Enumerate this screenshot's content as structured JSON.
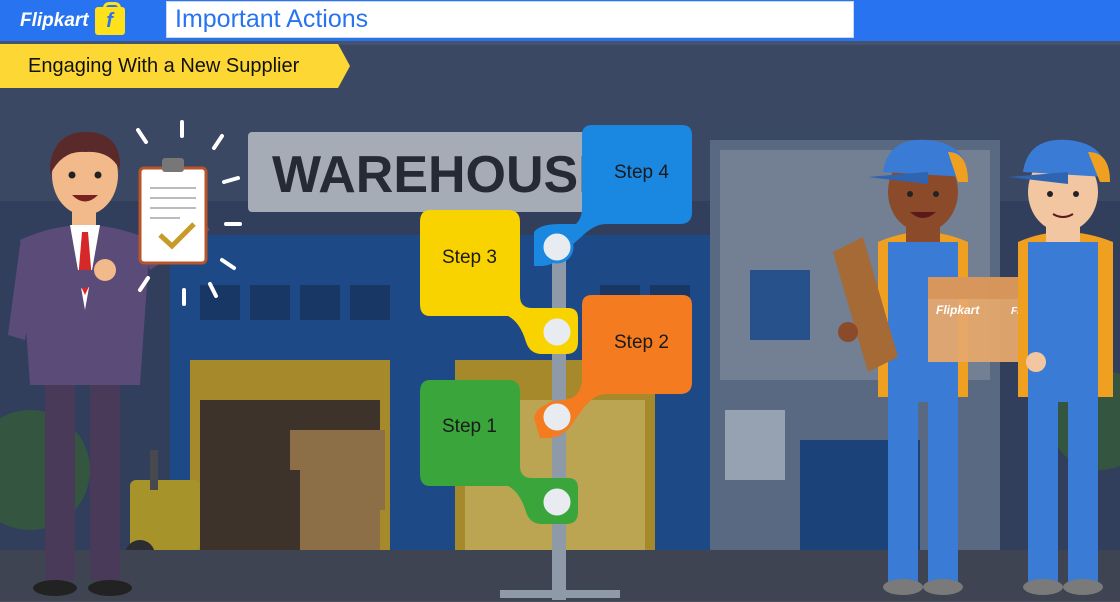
{
  "header": {
    "logo_text": "Flipkart",
    "logo_icon": "flipkart-bag-icon",
    "title": "Important Actions"
  },
  "subtitle": "Engaging With a New Supplier",
  "scene": {
    "sign_text": "WAREHOUSE",
    "box_brand": "Flipkart"
  },
  "steps": [
    {
      "label": "Step 1",
      "color": "#3aa53a"
    },
    {
      "label": "Step 2",
      "color": "#f47b20"
    },
    {
      "label": "Step 3",
      "color": "#f9d300"
    },
    {
      "label": "Step 4",
      "color": "#1a88e0"
    }
  ],
  "colors": {
    "brand_blue": "#2874f0",
    "brand_yellow": "#ffe11b",
    "subtitle_yellow": "#fdd835"
  }
}
